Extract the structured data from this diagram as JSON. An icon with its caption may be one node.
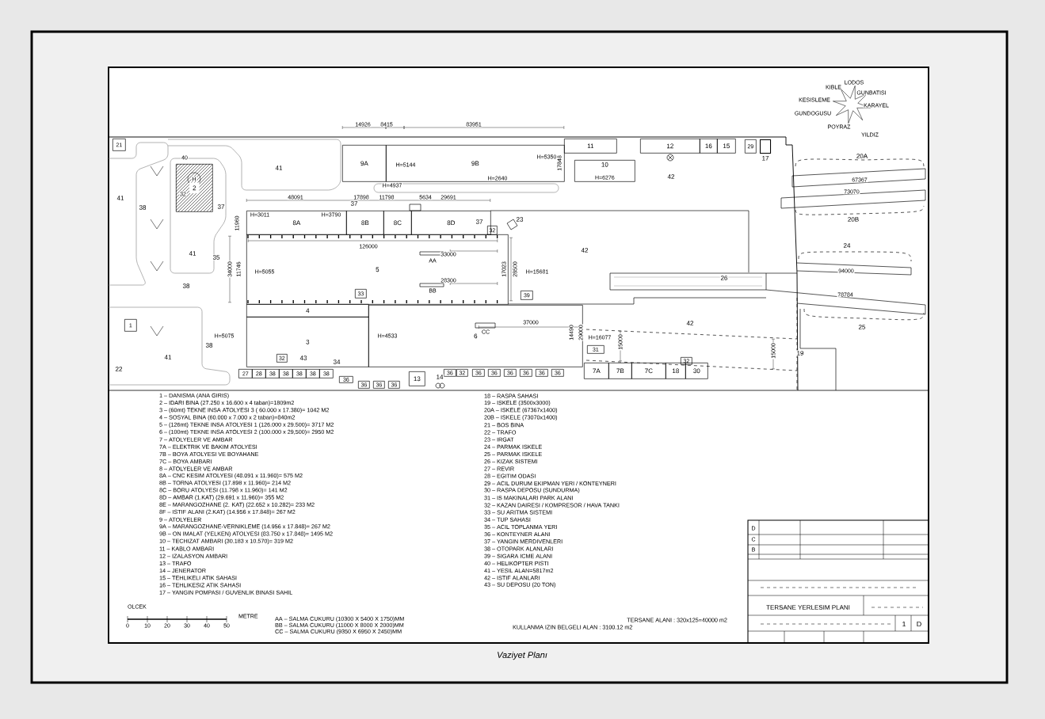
{
  "diagram": {
    "caption": "Vaziyet Planı",
    "nodes": [
      {
        "text": [
          "21"
        ]
      },
      {
        "text": [
          "9A"
        ]
      },
      {
        "text": [
          "9B"
        ]
      },
      {
        "text": [
          "11"
        ]
      },
      {
        "text": [
          "12"
        ]
      },
      {
        "text": [
          "16"
        ]
      },
      {
        "text": [
          "15"
        ]
      },
      {
        "text": [
          "29"
        ]
      },
      {
        "text": [],
        "shape": "box",
        "beside": [
          "17"
        ]
      },
      {
        "text": [
          "10",
          "H=6276"
        ]
      },
      {
        "text": [
          "2"
        ]
      },
      {
        "text": [
          "8A"
        ]
      },
      {
        "text": [
          "8B"
        ]
      },
      {
        "text": [
          "8C"
        ]
      },
      {
        "text": [
          "8D"
        ]
      },
      {
        "text": [
          "5"
        ]
      },
      {
        "text": [
          "33"
        ],
        "in": 15
      },
      {
        "text": [
          "39"
        ]
      },
      {
        "text": [
          "4"
        ]
      },
      {
        "text": [
          "1"
        ]
      },
      {
        "text": [
          "3"
        ]
      },
      {
        "text": [
          "6"
        ]
      },
      {
        "text": [
          "31"
        ]
      },
      {
        "text": [
          "32"
        ],
        "in": 20
      },
      {
        "text": [
          "32"
        ]
      },
      {
        "text": [
          "32"
        ]
      },
      {
        "text": [
          "27"
        ]
      },
      {
        "text": [
          "28"
        ]
      },
      {
        "text": [
          "38"
        ]
      },
      {
        "text": [
          "38"
        ]
      },
      {
        "text": [
          "38"
        ]
      },
      {
        "text": [
          "38"
        ]
      },
      {
        "text": [
          "38"
        ]
      },
      {
        "text": [
          "36"
        ]
      },
      {
        "text": [
          "36"
        ]
      },
      {
        "text": [
          "36"
        ]
      },
      {
        "text": [
          "36"
        ]
      },
      {
        "text": [
          "13"
        ]
      },
      {
        "text": [
          "36"
        ]
      },
      {
        "text": [
          "32"
        ]
      },
      {
        "text": [
          "36"
        ]
      },
      {
        "text": [
          "36"
        ]
      },
      {
        "text": [
          "36"
        ]
      },
      {
        "text": [
          "36"
        ]
      },
      {
        "text": [
          "36"
        ]
      },
      {
        "text": [
          "36"
        ]
      },
      {
        "text": [
          "7A"
        ]
      },
      {
        "text": [
          "7B"
        ]
      },
      {
        "text": [
          "7C"
        ]
      },
      {
        "text": [
          "18"
        ]
      },
      {
        "text": [
          "30"
        ]
      }
    ],
    "labels": [
      "KIBLE",
      "LODOS",
      "GUNBATISI",
      "KESISLEME",
      "KARAYEL",
      "GUNDOGUSU",
      "POYRAZ",
      "YILDIZ",
      "14926",
      "8415",
      "83951",
      "H=5144",
      "H=5350",
      "17848",
      "H=4937",
      "H=2640",
      "42",
      "20A",
      "67367",
      "73070",
      "41",
      "40",
      "H",
      "41",
      "32",
      "38",
      "37",
      "48091",
      "17898",
      "11798",
      "5634",
      "29691",
      "37",
      "H=3011",
      "H=3790",
      "11960",
      "37",
      "23",
      "20B",
      "126000",
      "24",
      "42",
      "41",
      "35",
      "33000",
      "AA",
      "34000",
      "11746",
      "H=5055",
      "17023",
      "28500",
      "H=15681",
      "94000",
      "26",
      "28300",
      "BB",
      "38",
      "78784",
      "37000",
      "CC",
      "42",
      "25",
      "H=5075",
      "H=4533",
      "14490",
      "29000",
      "H=16077",
      "15000",
      "38",
      "15000",
      "19",
      "41",
      "43",
      "34",
      "22",
      "14",
      "1 – DANISMA (ANA GIRIS)",
      "2 – IDARI BINA (27.250 x 16.600 x 4 taban)=1809m2",
      "3 – (60mt) TEKNE INSA ATOLYESI 3 ( 60.000 x 17.380)= 1042 M2",
      "4 – SOSYAL BINA (60.000 x 7.000 x 2 taban)=840m2",
      "5 – (126mt) TEKNE INSA ATOLYESI 1 (126.000 x 29.500)= 3717 M2",
      "6 – (100mt) TEKNE INSA ATOLYESI 2 (100.000 x 29,500)= 2950 M2",
      "7 – ATOLYELER VE AMBAR",
      "7A – ELEKTRIK VE BAKIM ATOLYESI",
      "7B – BOYA ATOLYESI VE BOYAHANE",
      "7C – BOYA AMBARI",
      "8 – ATOLYELER VE AMBAR",
      "8A – CNC KESIM ATOLYESI (48.091 x 11.960)= 575 M2",
      "8B – TORNA ATOLYESI (17.898 x 11.960)= 214 M2",
      "8C – BORU ATOLYESI (11.798 x 11.960)= 141 M2",
      "8D – AMBAR (1.KAT) (29.691 x 11.960)= 355 M2",
      "8E – MARANGOZHANE (2. KAT) (22.652 x 10.282)= 233 M2",
      "8F – ISTIF ALANI (2.KAT) (14.956 x 17.848)= 267 M2",
      "9 – ATOLYELER",
      "9A – MARANGOZHANE-VERNIKLEME (14.956 x 17.848)= 267 M2",
      "9B – ON IMALAT (YELKEN) ATOLYESI (83.750 x 17.848)= 1495 M2",
      "10 – TECHIZAT AMBARI (30.183 x 10.570)= 319 M2",
      "11 – KABLO AMBARI",
      "12 – IZALASYON AMBARI",
      "13 – TRAFO",
      "14 – JENERATOR",
      "15 – TEHLIKELI ATIK SAHASI",
      "16 – TEHLIKESIZ ATIK SAHASI",
      "17 – YANGIN POMPASI / GUVENLIK BINASI SAHIL",
      "18 – RASPA SAHASI",
      "19 – ISKELE (3500x3000)",
      "20A – ISKELE (67367x1400)",
      "20B – ISKELE (73070x1400)",
      "21 – BOS BINA",
      "22 – TRAFO",
      "23 – IRGAT",
      "24 – PARMAK ISKELE",
      "25 – PARMAK ISKELE",
      "26 – KIZAK SISTEMI",
      "27 – REVIR",
      "28 – EGITIM ODASI",
      "29 – ACIL DURUM EKIPMAN YERI / KONTEYNERI",
      "30 – RASPA DEPOSU (SUNDURMA)",
      "31 – IS MAKINALARI PARK ALANI",
      "32 – KAZAN DAIRESI / KOMPRESOR / HAVA TANKI",
      "33 – SU ARITMA SISTEMI",
      "34 – TUP SAHASI",
      "35 – ACIL TOPLANMA YERI",
      "36 – KONTEYNER ALANI",
      "37 – YANGIN MERDIVENLERI",
      "38 – OTOPARK ALANLARI",
      "39 – SIGARA ICME ALANI",
      "40 – HELIKOPTER PISTI",
      "41 – YESIL ALAN=5817m2",
      "42 – ISTIF ALANLARI",
      "43 – SU DEPOSU (20 TON)",
      "OLCEK",
      "0",
      "10",
      "20",
      "30",
      "40",
      "50",
      "METRE",
      "AA – SALMA CUKURU (10300 X 5400 X 1750)MM",
      "BB – SALMA CUKURU (11000 X 8000 X 2000)MM",
      "CC – SALMA CUKURU (9350 X 6950 X 2450)MM",
      "TERSANE ALANI : 320x125=40000 m2",
      "KULLANMA IZIN BELGELI ALAN :  3100.12 m2",
      "D",
      "C",
      "B",
      "TERSANE YERLESIM PLANI",
      "1",
      "D"
    ]
  }
}
